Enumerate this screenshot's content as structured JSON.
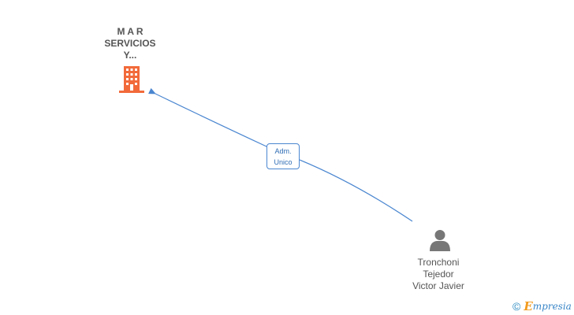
{
  "colors": {
    "edge": "#4a86d0",
    "company_icon": "#f26a3a",
    "person_icon": "#777777",
    "text": "#555555"
  },
  "nodes": {
    "company": {
      "label_lines": [
        "M A R",
        "SERVICIOS",
        "Y..."
      ],
      "icon": "building-icon"
    },
    "person": {
      "label_lines": [
        "Tronchoni",
        "Tejedor",
        "Victor Javier"
      ],
      "icon": "person-icon"
    }
  },
  "edge": {
    "label_lines": [
      "Adm.",
      "Unico"
    ]
  },
  "watermark": {
    "symbol": "©",
    "brand_initial": "E",
    "brand_rest": "mpresia"
  }
}
